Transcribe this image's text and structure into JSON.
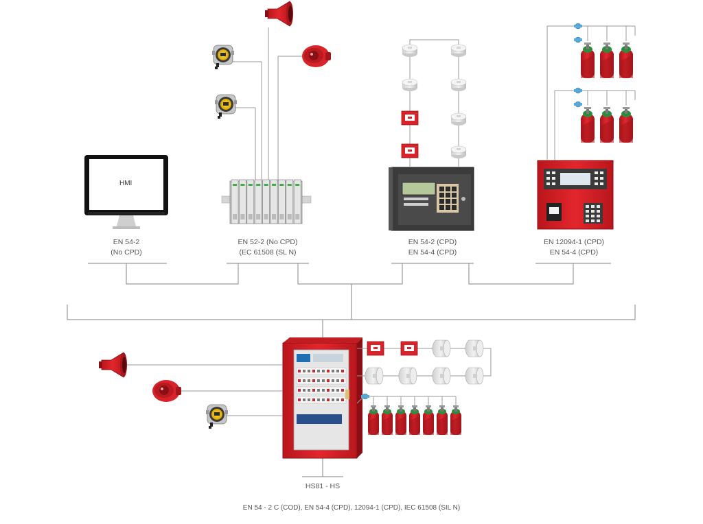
{
  "hmi": {
    "screen_text": "HMI",
    "label_line1": "EN 54-2",
    "label_line2": "(No CPD)"
  },
  "gas_controller": {
    "label_line1": "EN 52-2 (No CPD)",
    "label_line2": "(EC 61508 (SL N)"
  },
  "fire_panel": {
    "label_line1": "EN 54-2 (CPD)",
    "label_line2": "EN 54-4 (CPD)"
  },
  "extinguishing_panel": {
    "label_line1": "EN 12094-1 (CPD)",
    "label_line2": "EN 54-4 (CPD)"
  },
  "main_cabinet": {
    "label": "HS81 - HS"
  },
  "footer": {
    "text": "EN 54 - 2 C (COD), EN 54-4 (CPD), 12094-1 (CPD), IEC 61508 (SIL N)"
  },
  "colors": {
    "red": "#d9232a",
    "dark_red": "#a3161b",
    "line": "#9a9a9a",
    "panel_dark": "#3b3b3b",
    "cylinder_green": "#2e8b3e"
  }
}
